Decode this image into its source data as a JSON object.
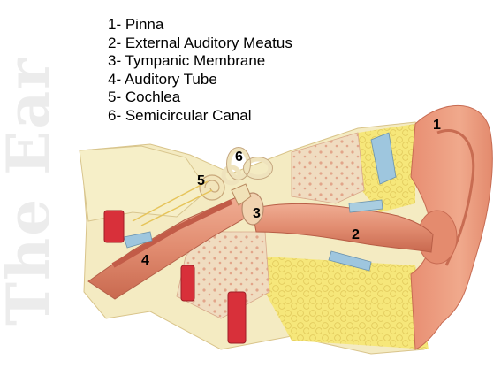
{
  "side_title": "The Ear",
  "legend": [
    "1- Pinna",
    "2- External Auditory Meatus",
    "3- Tympanic Membrane",
    "4- Auditory Tube",
    "5- Cochlea",
    "6- Semicircular Canal"
  ],
  "callouts": [
    "1",
    "2",
    "3",
    "4",
    "5",
    "6"
  ],
  "colors": {
    "skin": "#e99a7c",
    "bone": "#f3e8b0",
    "fat": "#f7ea78",
    "tube": "#d97a60",
    "red_vessel": "#d8303a",
    "blue_nerve": "#9ec6de"
  }
}
